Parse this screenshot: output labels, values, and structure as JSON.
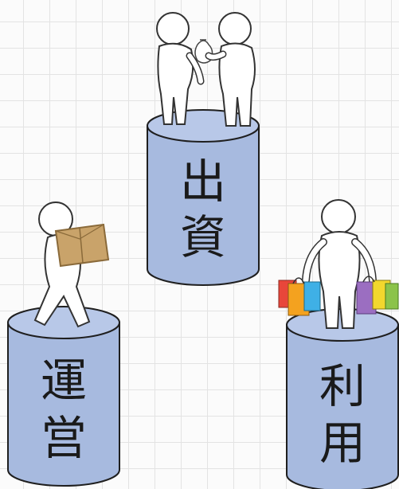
{
  "pillars": {
    "investment": {
      "line1": "出",
      "line2": "資"
    },
    "operation": {
      "line1": "運",
      "line2": "営"
    },
    "usage": {
      "line1": "利",
      "line2": "用"
    }
  },
  "colors": {
    "pillar_fill": "#a7badf",
    "pillar_top": "#b8c8e8",
    "pillar_stroke": "#1f1f1f",
    "figure_fill": "#ffffff",
    "box": "#c9a36a",
    "bag_colors": [
      "#e8463a",
      "#f4a21f",
      "#3fb0e6",
      "#9b6ec1",
      "#f2d72e",
      "#8bc34a"
    ]
  }
}
